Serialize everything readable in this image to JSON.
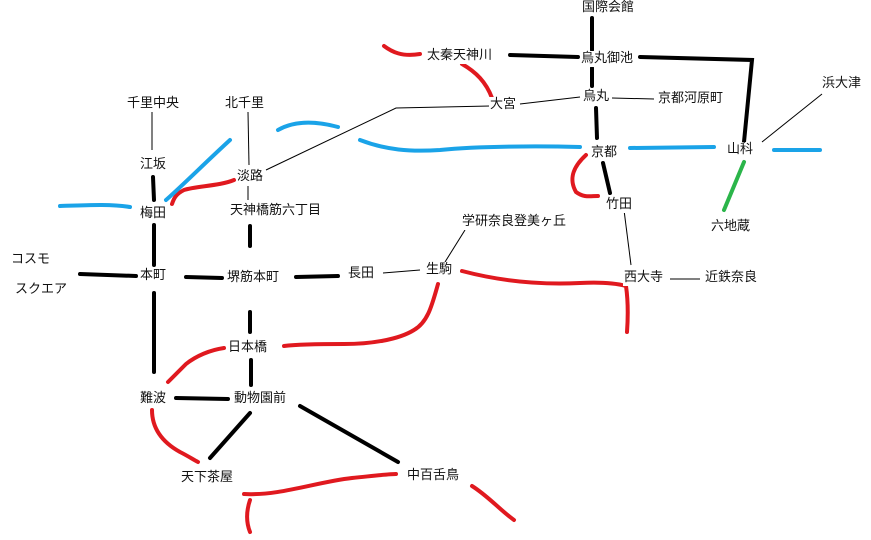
{
  "stations": {
    "kokusai_kaikan": "国際会館",
    "uzumasa_tenjingawa": "太秦天神川",
    "karasuma_oike": "烏丸御池",
    "karasuma": "烏丸",
    "kyoto_kawaramachi": "京都河原町",
    "omiya": "大宮",
    "hamaotsu": "浜大津",
    "senri_chuo": "千里中央",
    "kita_senri": "北千里",
    "esaka": "江坂",
    "awaji": "淡路",
    "kyoto": "京都",
    "yamashina": "山科",
    "takeda": "竹田",
    "umeda": "梅田",
    "tenjinbashisuji_6": "天神橋筋六丁目",
    "rokujizo": "六地蔵",
    "gakken_nara_tomigaoka": "学研奈良登美ヶ丘",
    "cosmo_1": "コスモ",
    "cosmo_2": "スクエア",
    "honmachi": "本町",
    "sakaisuji_honmachi": "堺筋本町",
    "nagata": "長田",
    "ikoma": "生駒",
    "saidaiji": "西大寺",
    "kintetsu_nara": "近鉄奈良",
    "nipponbashi": "日本橋",
    "namba": "難波",
    "dobutsuen_mae": "動物園前",
    "tengachaya": "天下茶屋",
    "nakamozu": "中百舌鳥"
  },
  "line_colors": {
    "subway": "#000000",
    "private_red": "#e0191f",
    "private_blue": "#1aa3e8",
    "private_green": "#2bb54a"
  }
}
